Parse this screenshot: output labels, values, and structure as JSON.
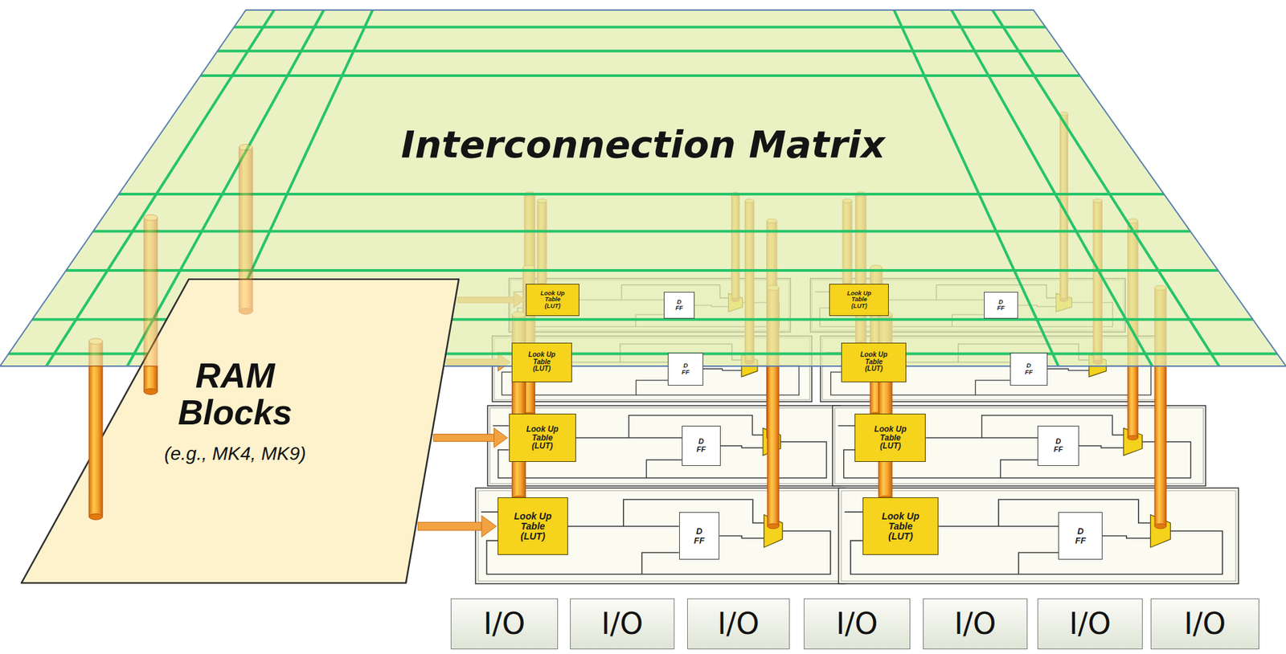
{
  "diagram": {
    "nodes": [
      {
        "text": [
          "Interconnection Matrix"
        ]
      },
      {
        "text": [
          "RAM Blocks",
          "(e.g., MK4, MK9)"
        ]
      },
      {
        "text": [
          "Look Up Table (LUT)"
        ]
      },
      {
        "text": [
          "D FF"
        ]
      },
      {
        "text": [
          "Look Up Table (LUT)"
        ]
      },
      {
        "text": [
          "D FF"
        ]
      },
      {
        "text": [
          "Look Up Table (LUT)"
        ]
      },
      {
        "text": [
          "D FF"
        ]
      },
      {
        "text": [
          "Look Up Table (LUT)"
        ]
      },
      {
        "text": [
          "D FF"
        ]
      },
      {
        "text": [
          "Look Up Table (LUT)"
        ]
      },
      {
        "text": [
          "D FF"
        ]
      },
      {
        "text": [
          "Look Up Table (LUT)"
        ]
      },
      {
        "text": [
          "D FF"
        ]
      },
      {
        "text": [
          "Look Up Table (LUT)"
        ]
      },
      {
        "text": [
          "D FF"
        ]
      },
      {
        "text": [
          "Look Up Table (LUT)"
        ]
      },
      {
        "text": [
          "D FF"
        ]
      },
      {
        "text": [
          "I/O"
        ]
      },
      {
        "text": [
          "I/O"
        ]
      },
      {
        "text": [
          "I/O"
        ]
      },
      {
        "text": [
          "I/O"
        ]
      },
      {
        "text": [
          "I/O"
        ]
      },
      {
        "text": [
          "I/O"
        ]
      },
      {
        "text": [
          "I/O"
        ]
      }
    ],
    "edges": [
      {
        "from": 1,
        "to": 2,
        "arrow": "to"
      },
      {
        "from": 1,
        "to": 6,
        "arrow": "to"
      },
      {
        "from": 1,
        "to": 10,
        "arrow": "to"
      },
      {
        "from": 1,
        "to": 14,
        "arrow": "to"
      }
    ]
  }
}
